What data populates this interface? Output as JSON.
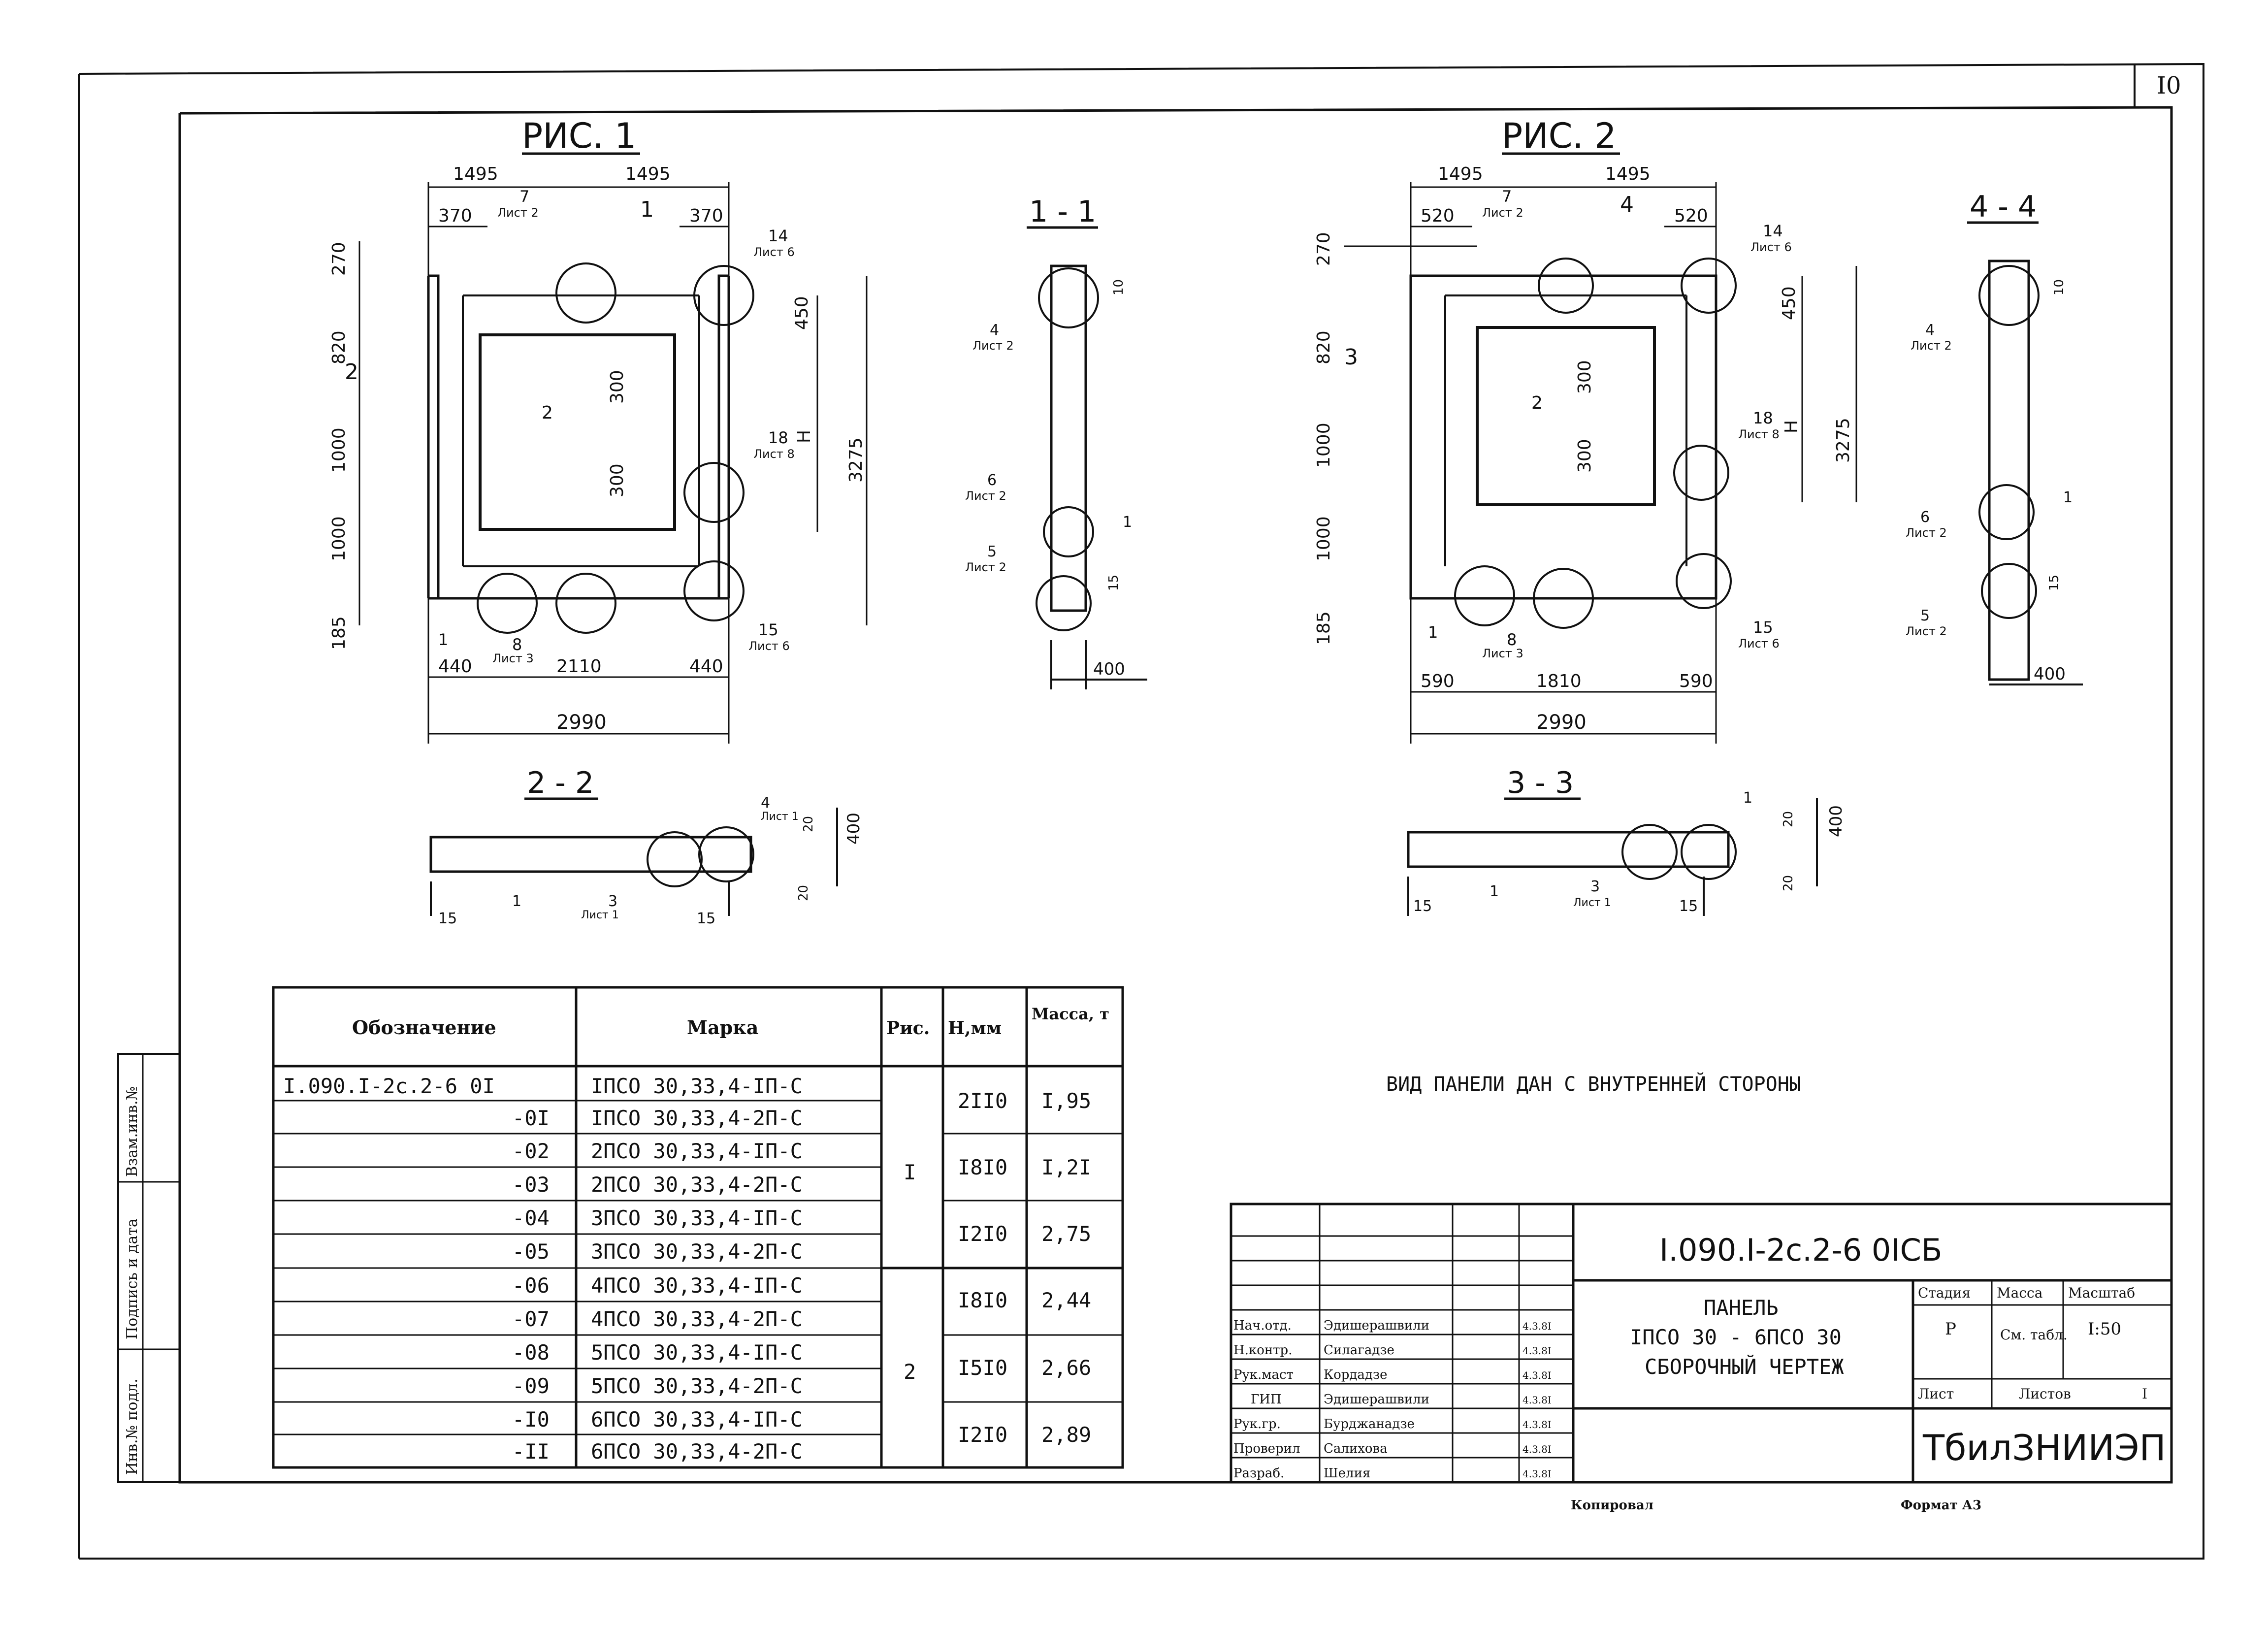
{
  "sheet_number": "I0",
  "figures": {
    "fig1": {
      "title": "РИС. 1",
      "dims": {
        "top_left": "1495",
        "top_right": "1495",
        "left_opening": "370",
        "right_opening": "370",
        "left_270": "270",
        "left_820": "820",
        "left_1000a": "1000",
        "left_1000b": "1000",
        "left_185": "185",
        "right_450": "450",
        "right_3275": "3275",
        "right_H": "H",
        "inner_300a": "300",
        "inner_300b": "300",
        "bottom_440a": "440",
        "bottom_2110": "2110",
        "bottom_440b": "440",
        "total": "2990"
      },
      "callouts": {
        "c7": "7",
        "c7_ref": "Лист 2",
        "c14": "14",
        "c14_ref": "Лист 6",
        "c2": "2",
        "c18": "18",
        "c18_ref": "Лист 8",
        "c1": "1",
        "c8": "8",
        "c8_ref": "Лист 3",
        "c15": "15",
        "c15_ref": "Лист 6"
      },
      "section_marks": {
        "s1": "1",
        "s2": "2"
      }
    },
    "fig2": {
      "title": "РИС. 2",
      "dims": {
        "top_left": "1495",
        "top_right": "1495",
        "left_opening": "520",
        "right_opening": "520",
        "left_270": "270",
        "left_820": "820",
        "left_1000a": "1000",
        "left_1000b": "1000",
        "left_185": "185",
        "right_450": "450",
        "right_3275": "3275",
        "right_H": "H",
        "inner_300a": "300",
        "inner_300b": "300",
        "bottom_590a": "590",
        "bottom_1810": "1810",
        "bottom_590b": "590",
        "total": "2990"
      },
      "callouts": {
        "c7": "7",
        "c7_ref": "Лист 2",
        "c14": "14",
        "c14_ref": "Лист 6",
        "c2": "2",
        "c18": "18",
        "c18_ref": "Лист 8",
        "c1": "1",
        "c8": "8",
        "c8_ref": "Лист 3",
        "c15": "15",
        "c15_ref": "Лист 6"
      },
      "section_marks": {
        "s3": "3",
        "s4": "4"
      }
    },
    "sec11": {
      "title": "1 - 1",
      "labels": {
        "c4": "4",
        "c4_ref": "Лист 2",
        "c6": "6",
        "c6_ref": "Лист 2",
        "c5": "5",
        "c5_ref": "Лист 2",
        "c1": "1",
        "d10": "10",
        "d15": "15",
        "d400": "400"
      }
    },
    "sec44": {
      "title": "4 - 4",
      "labels": {
        "c4": "4",
        "c4_ref": "Лист 2",
        "c6": "6",
        "c6_ref": "Лист 2",
        "c5": "5",
        "c5_ref": "Лист 2",
        "c1": "1",
        "d10": "10",
        "d15": "15",
        "d400": "400"
      }
    },
    "sec22": {
      "title": "2 - 2",
      "labels": {
        "c1": "1",
        "c3": "3",
        "c3_ref": "Лист 1",
        "c4": "4",
        "c4_ref": "Лист 1",
        "d15a": "15",
        "d15b": "15",
        "d20a": "20",
        "d20b": "20",
        "d400": "400"
      }
    },
    "sec33": {
      "title": "3 - 3",
      "labels": {
        "c1": "1",
        "c3": "3",
        "c3_ref": "Лист 1",
        "c1b": "1",
        "d15a": "15",
        "d15b": "15",
        "d20a": "20",
        "d20b": "20",
        "d400": "400"
      }
    }
  },
  "spec_table": {
    "headers": [
      "Обозначение",
      "Марка",
      "Рис.",
      "Н,мм",
      "Масса, т"
    ],
    "rows": [
      {
        "designation": "I.090.I-2с.2-6 0I",
        "mark": "IПСО 30,33,4-IП-С"
      },
      {
        "designation": "-0I",
        "mark": "IПСО 30,33,4-2П-С"
      },
      {
        "designation": "-02",
        "mark": "2ПСО 30,33,4-IП-С"
      },
      {
        "designation": "-03",
        "mark": "2ПСО 30,33,4-2П-С"
      },
      {
        "designation": "-04",
        "mark": "3ПСО 30,33,4-IП-С"
      },
      {
        "designation": "-05",
        "mark": "3ПСО 30,33,4-2П-С"
      },
      {
        "designation": "-06",
        "mark": "4ПСО 30,33,4-IП-С"
      },
      {
        "designation": "-07",
        "mark": "4ПСО 30,33,4-2П-С"
      },
      {
        "designation": "-08",
        "mark": "5ПСО 30,33,4-IП-С"
      },
      {
        "designation": "-09",
        "mark": "5ПСО 30,33,4-2П-С"
      },
      {
        "designation": "-I0",
        "mark": "6ПСО 30,33,4-IП-С"
      },
      {
        "designation": "-II",
        "mark": "6ПСО 30,33,4-2П-С"
      }
    ],
    "fig_groups": [
      "I",
      "2"
    ],
    "groups": [
      {
        "h": "2II0",
        "mass": "I,95"
      },
      {
        "h": "I8I0",
        "mass": "I,2I"
      },
      {
        "h": "I2I0",
        "mass": "2,75"
      },
      {
        "h": "I8I0",
        "mass": "2,44"
      },
      {
        "h": "I5I0",
        "mass": "2,66"
      },
      {
        "h": "I2I0",
        "mass": "2,89"
      }
    ]
  },
  "note": "ВИД ПАНЕЛИ ДАН С ВНУТРЕННЕЙ СТОРОНЫ",
  "side_stamp": [
    "Взам.инв.№",
    "Подпись и дата",
    "Инв.№ подл."
  ],
  "title_block": {
    "doc_code": "I.090.I-2с.2-6 0IСБ",
    "title_line1": "ПАНЕЛЬ",
    "title_line2": "IПСО 30 - 6ПСО 30",
    "title_line3": "СБОРОЧНЫЙ ЧЕРТЕЖ",
    "stage_h": "Стадия",
    "mass_h": "Масса",
    "scale_h": "Масштаб",
    "stage": "Р",
    "mass": "См. табл.",
    "scale": "I:50",
    "sheet_h": "Лист",
    "sheets_h": "Листов",
    "sheets": "I",
    "org": "ТбилЗНИИЭП",
    "staff": [
      {
        "role": "Нач.отд.",
        "name": "Эдишерашвили",
        "date": "4.3.8I"
      },
      {
        "role": "Н.контр.",
        "name": "Силагадзе",
        "date": "4.3.8I"
      },
      {
        "role": "Рук.маст",
        "name": "Кордадзе",
        "date": "4.3.8I"
      },
      {
        "role": "ГИП",
        "name": "Эдишерашвили",
        "date": "4.3.8I"
      },
      {
        "role": "Рук.гр.",
        "name": "Бурджанадзе",
        "date": "4.3.8I"
      },
      {
        "role": "Проверил",
        "name": "Салихова",
        "date": "4.3.8I"
      },
      {
        "role": "Разраб.",
        "name": "Шелия",
        "date": "4.3.8I"
      }
    ]
  },
  "footer": {
    "copied": "Копировал",
    "format": "Формат А3"
  }
}
